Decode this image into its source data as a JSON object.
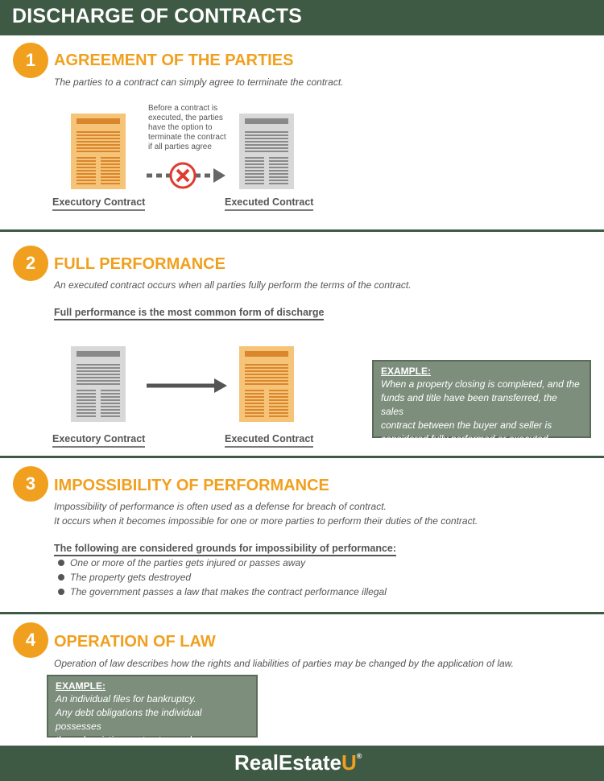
{
  "header": {
    "title": "DISCHARGE OF CONTRACTS"
  },
  "sections": [
    {
      "number": "1",
      "title": "AGREEMENT OF THE PARTIES",
      "description": "The parties to a contract can simply agree to terminate the contract.",
      "note_lines": [
        "Before a contract is",
        "executed, the parties",
        "have the option to",
        "terminate the contract",
        "if all parties agree"
      ],
      "left_label": "Executory Contract",
      "right_label": "Executed Contract"
    },
    {
      "number": "2",
      "title": "FULL PERFORMANCE",
      "description": "An executed contract occurs when all parties fully perform the terms of the contract.",
      "subheading": "Full performance is the most common form of discharge",
      "left_label": "Executory Contract",
      "right_label": "Executed Contract",
      "example": {
        "title": "EXAMPLE:",
        "lines": [
          "When a property closing is completed, and the",
          "funds and title have been transferred, the sales",
          "contract between the buyer and seller is",
          "considered fully performed or executed."
        ]
      }
    },
    {
      "number": "3",
      "title": "IMPOSSIBILITY OF PERFORMANCE",
      "description_lines": [
        "Impossibility of performance is often used as a defense for breach of contract.",
        "It occurs when it becomes impossible for one or more parties to perform their duties of the contract."
      ],
      "subheading": "The following are considered grounds for impossibility of performance:",
      "bullets": [
        "One or more of the parties gets injured or passes away",
        "The property gets destroyed",
        "The government passes a law that makes the contract performance illegal"
      ]
    },
    {
      "number": "4",
      "title": "OPERATION OF LAW",
      "description": "Operation of law describes how the rights and liabilities of parties may be changed by the application of law.",
      "example": {
        "title": "EXAMPLE:",
        "lines": [
          "An individual files for bankruptcy.",
          "Any debt obligations the individual possesses",
          "through existing contracts may be terminated."
        ]
      }
    }
  ],
  "footer": {
    "brand_main": "RealEstate",
    "brand_accent": "U",
    "trademark": "®"
  },
  "colors": {
    "header_green": "#3f5a44",
    "accent_orange": "#f0a01e",
    "example_green": "#7d8e7d",
    "cancel_red": "#e03a2f"
  }
}
